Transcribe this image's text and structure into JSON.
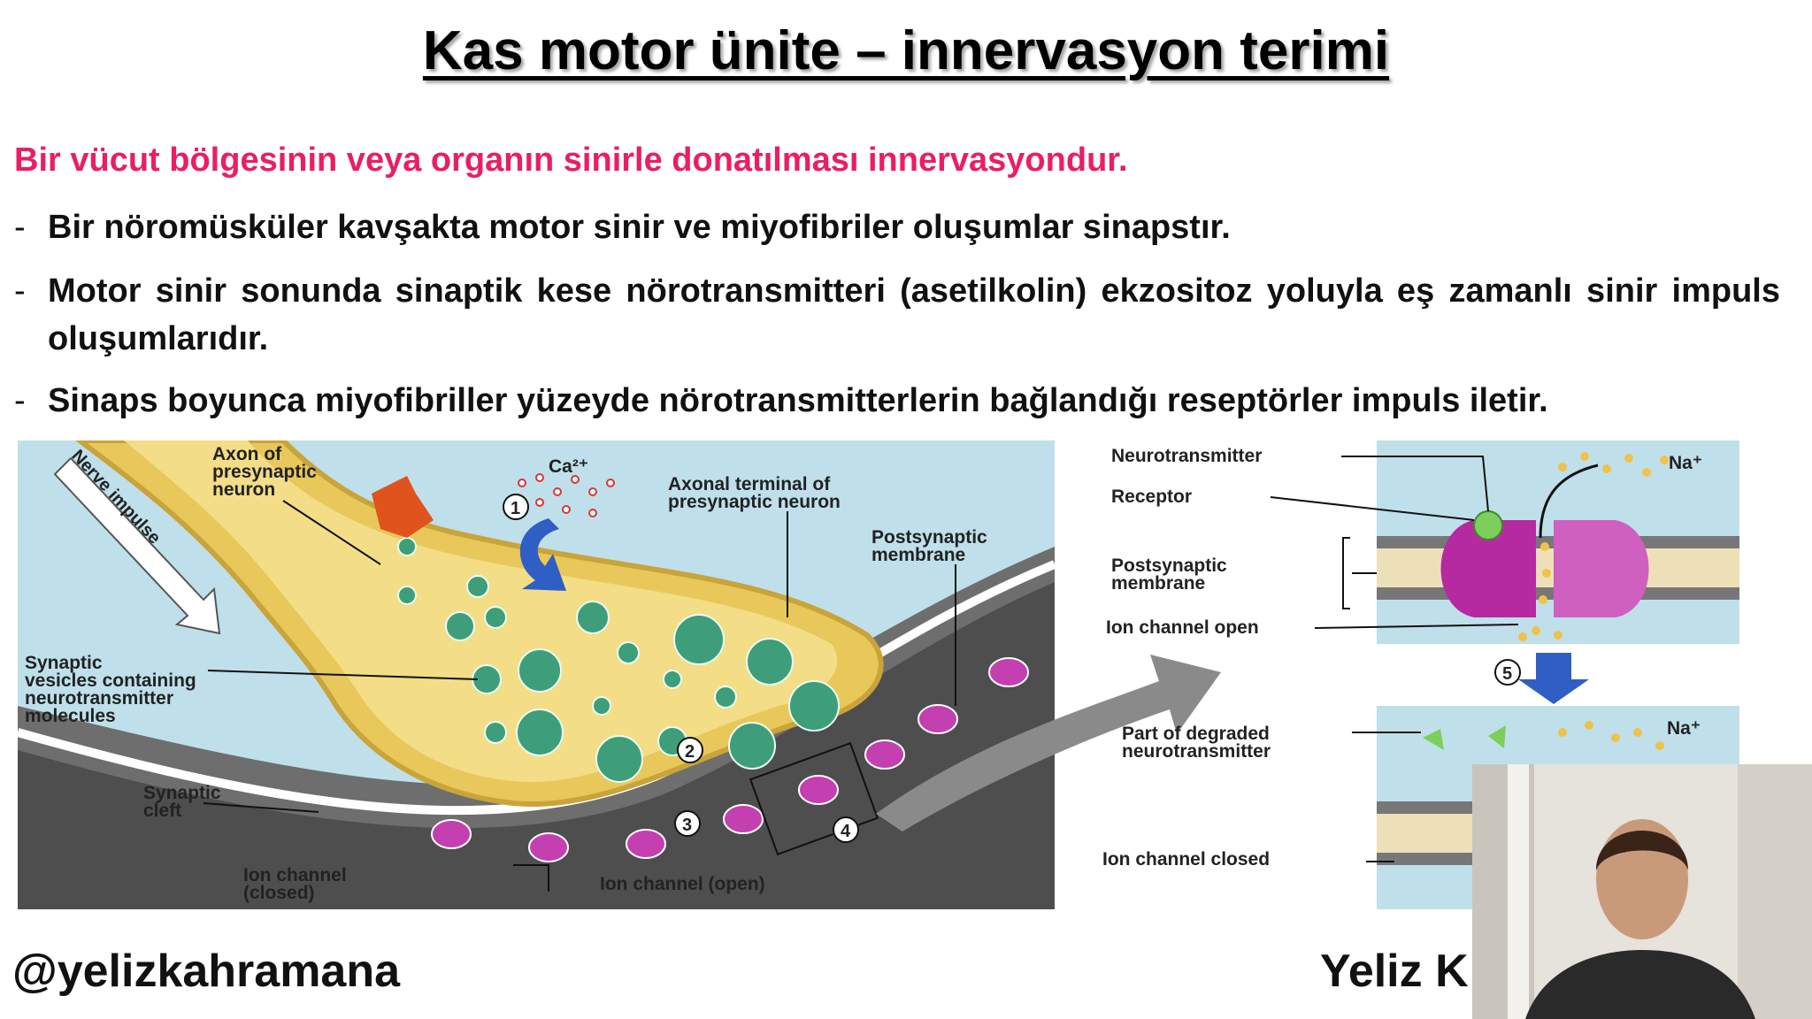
{
  "slide": {
    "title": "Kas motor ünite – innervasyon terimi",
    "lead": "Bir vücut bölgesinin veya organın sinirle donatılması innervasyondur.",
    "bullets": [
      "Bir nöromüsküler kavşakta motor sinir ve  miyofibriler oluşumlar sinapstır.",
      "Motor sinir sonunda sinaptik kese nörotransmitteri (asetilkolin) ekzositoz yoluyla eş zamanlı sinir impuls oluşumlarıdır.",
      "Sinaps boyunca miyofibriller yüzeyde nörotransmitterlerin bağlandığı reseptörler impuls iletir."
    ],
    "bullet_marker": "-",
    "footer_left": "@yelizkahramana",
    "footer_right": "Yeliz  K"
  },
  "figure_left": {
    "labels": {
      "nerve_impulse": "Nerve impulse",
      "axon1": "Axon of",
      "axon2": "presynaptic",
      "axon3": "neuron",
      "ca": "Ca²⁺",
      "terminal1": "Axonal terminal of",
      "terminal2": "presynaptic neuron",
      "postsyn1": "Postsynaptic",
      "postsyn2": "membrane",
      "vesicles1": "Synaptic",
      "vesicles2": "vesicles containing",
      "vesicles3": "neurotransmitter",
      "vesicles4": "molecules",
      "cleft1": "Synaptic",
      "cleft2": "cleft",
      "ion_closed1": "Ion channel",
      "ion_closed2": "(closed)",
      "ion_open": "Ion channel (open)"
    },
    "steps": [
      "1",
      "2",
      "3",
      "4"
    ]
  },
  "figure_right": {
    "labels": {
      "neurotransmitter": "Neurotransmitter",
      "receptor": "Receptor",
      "postsyn1": "Postsynaptic",
      "postsyn2": "membrane",
      "ion_open": "Ion channel open",
      "na_top": "Na⁺",
      "degraded1": "Part of degraded",
      "degraded2": "neurotransmitter",
      "na_bottom": "Na⁺",
      "ion_closed": "Ion channel closed"
    },
    "step": "5"
  },
  "colors": {
    "title": "#000000",
    "lead": "#e91e63",
    "axon_fill": "#e8c85a",
    "fluid": "#bfe0ea",
    "membrane": "#6b6b6b",
    "vesicle": "#3e9e7a",
    "channel": "#c43fb0",
    "arrow_blue": "#2f5fc4"
  }
}
